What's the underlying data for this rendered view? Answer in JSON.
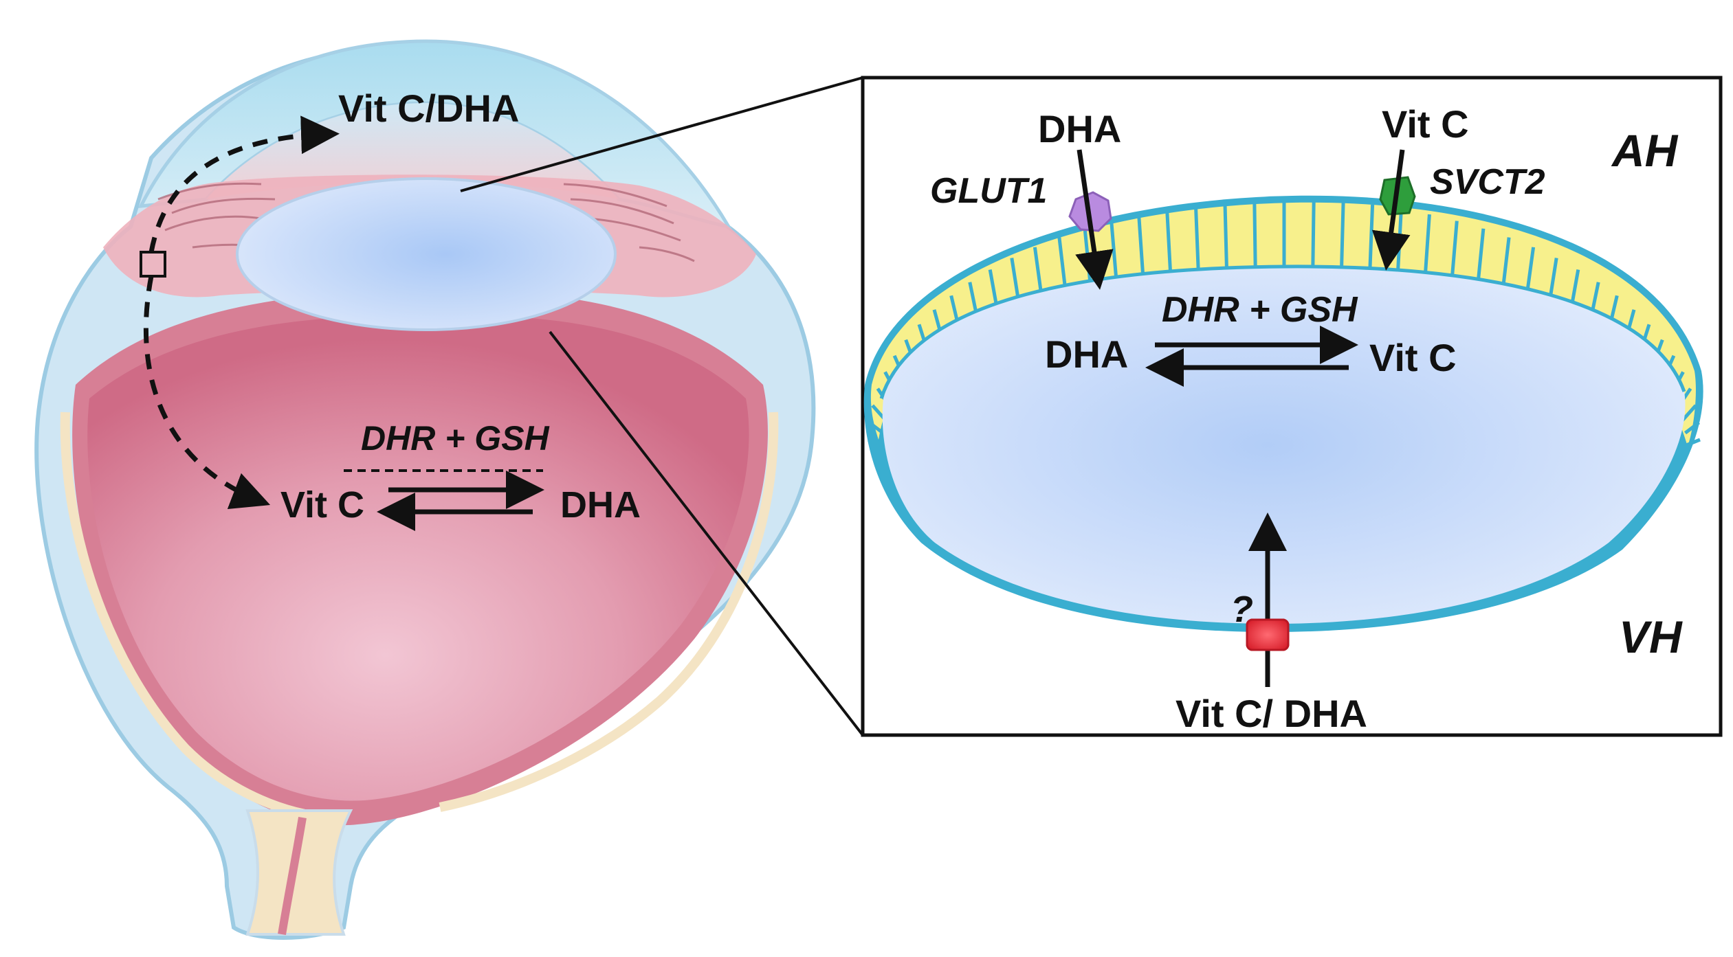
{
  "eye": {
    "top_label": "Vit C/DHA",
    "reaction_enzymes": "DHR + GSH",
    "reaction_left": "Vit C",
    "reaction_right": "DHA"
  },
  "inset": {
    "dha_in": "DHA",
    "glut1": "GLUT1",
    "vitc_in": "Vit C",
    "svct2": "SVCT2",
    "ah": "AH",
    "vh": "VH",
    "reaction_enzymes": "DHR + GSH",
    "reaction_left": "DHA",
    "reaction_right": "Vit C",
    "unknown_transporter": "?",
    "bottom_label": "Vit C/ DHA"
  },
  "colors": {
    "glut1": "#b98be0",
    "svct2": "#2e9e3c",
    "unknown_transporter": "#e5303a",
    "epithelium": "#f7f08c",
    "capsule": "#3aaed0"
  }
}
